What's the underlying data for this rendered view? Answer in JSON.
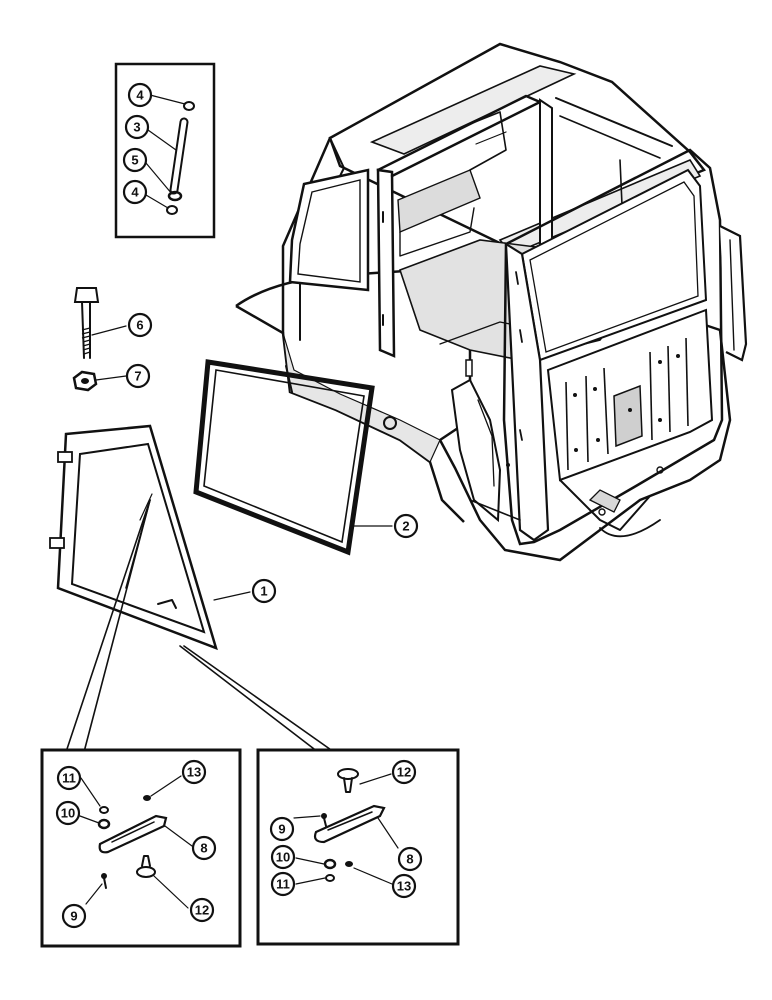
{
  "figure": {
    "callouts": {
      "c1": "1",
      "c2": "2",
      "c3": "3",
      "c4a": "4",
      "c4b": "4",
      "c5": "5",
      "c6": "6",
      "c7": "7",
      "l11": "11",
      "l10": "10",
      "l13": "13",
      "l8": "8",
      "l9": "9",
      "l12": "12",
      "r12": "12",
      "r9": "9",
      "r8": "8",
      "r10": "10",
      "r11": "11",
      "r13": "13"
    }
  }
}
